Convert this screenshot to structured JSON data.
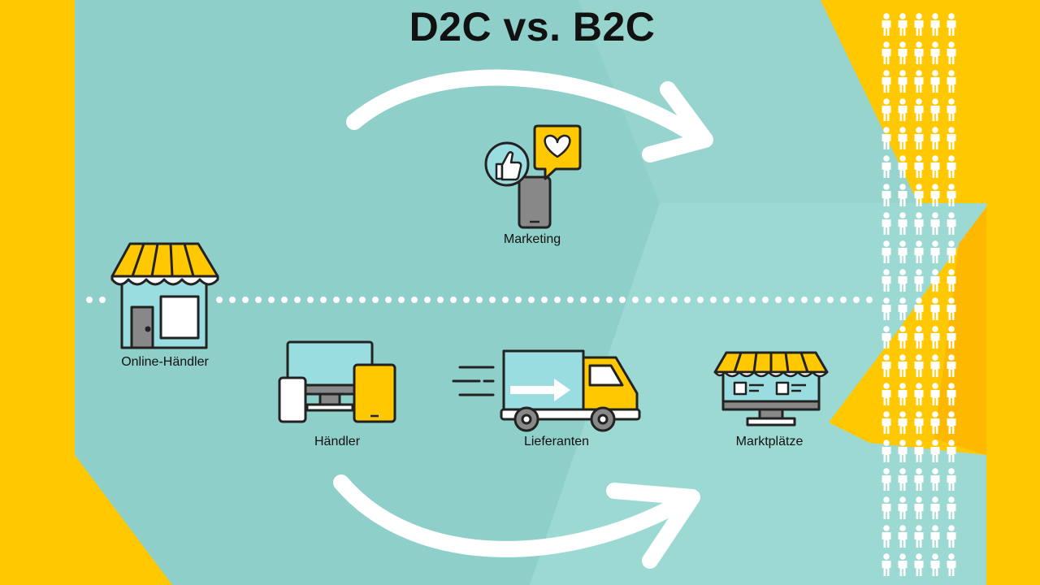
{
  "title": "D2C vs. B2C",
  "nodes": {
    "marketing": "Marketing",
    "online_haendler": "Online-Händler",
    "haendler": "Händler",
    "lieferanten": "Lieferanten",
    "marktplaetze": "Marktplätze"
  },
  "colors": {
    "background_teal": "#8FCFC9",
    "accent_yellow": "#FFC800",
    "icon_light_blue": "#9ADDE0",
    "outline": "#222222",
    "arrow_white": "#FFFFFF"
  }
}
